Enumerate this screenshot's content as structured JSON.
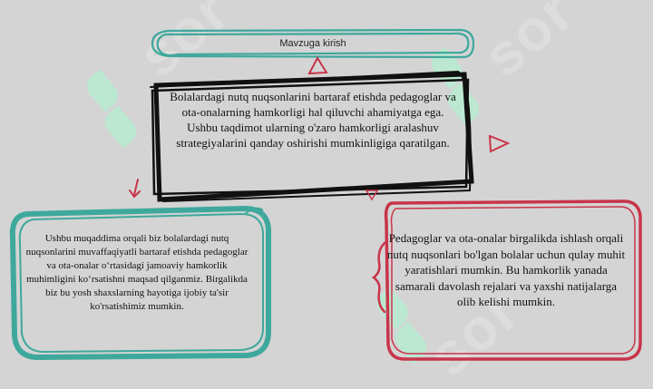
{
  "colors": {
    "background": "#d4d4d4",
    "teal": "#3fa89c",
    "red": "#c8344a",
    "black": "#111111",
    "watermark": "#b9ead0"
  },
  "title": "Mavzuga kirish",
  "main_text": "Bolalardagi nutq nuqsonlarini bartaraf etishda pedagoglar va ota-onalarning hamkorligi hal qiluvchi ahamiyatga ega. Ushbu taqdimot ularning o'zaro hamkorligi aralashuv strategiyalarini qanday oshirishi mumkinligiga qaratilgan.",
  "left_text": "Ushbu muqaddima orqali biz bolalardagi nutq nuqsonlarini muvaffaqiyatli bartaraf etishda pedagoglar va ota-onalar o‘rtasidagi jamoaviy hamkorlik muhimligini ko‘rsatishni maqsad qilganmiz. Birgalikda biz bu yosh shaxslarning hayotiga ijobiy ta'sir ko'rsatishimiz mumkin.",
  "right_text": "Pedagoglar va ota-onalar birgalikda ishlash orqali nutq nuqsonlari bo'lgan bolalar uchun qulay muhit yaratishlari mumkin. Bu hamkorlik yanada samarali davolash rejalari va yaxshi natijalarga olib kelishi mumkin.",
  "watermark_text": "sor"
}
